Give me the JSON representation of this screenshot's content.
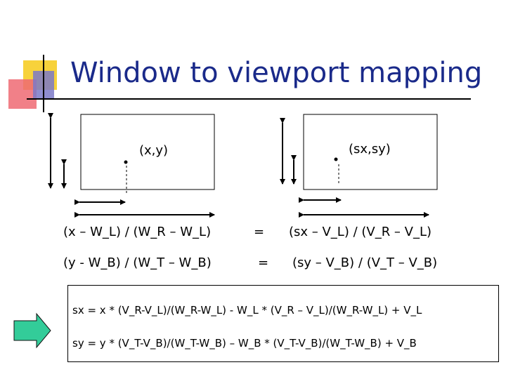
{
  "title": "Window to viewport mapping",
  "window_point_label": "(x,y)",
  "viewport_point_label": "(sx,sy)",
  "equations": {
    "x_left": "(x – W_L) /  (W_R – W_L)",
    "x_equals": "=",
    "x_right": "(sx – V_L)  / (V_R – V_L)",
    "y_left": "(y -  W_B) /   (W_T – W_B)",
    "y_equals": "=",
    "y_right": "(sy – V_B) / (V_T – V_B)"
  },
  "formulas": {
    "sx": "sx =  x * (V_R-V_L)/(W_R-W_L)  -  W_L *  (V_R – V_L)/(W_R-W_L) + V_L",
    "sy": "sy =  y * (V_T-V_B)/(W_T-W_B) – W_B * (V_T-V_B)/(W_T-W_B)  + V_B"
  },
  "colors": {
    "title": "#1a2a8a",
    "decoration_yellow": "#f7d23b",
    "decoration_pink": "#ee6a73",
    "decoration_blue": "#7b79c8",
    "arrow_fill": "#33cc99"
  },
  "icons": {
    "arrow": "right-arrow-icon"
  }
}
